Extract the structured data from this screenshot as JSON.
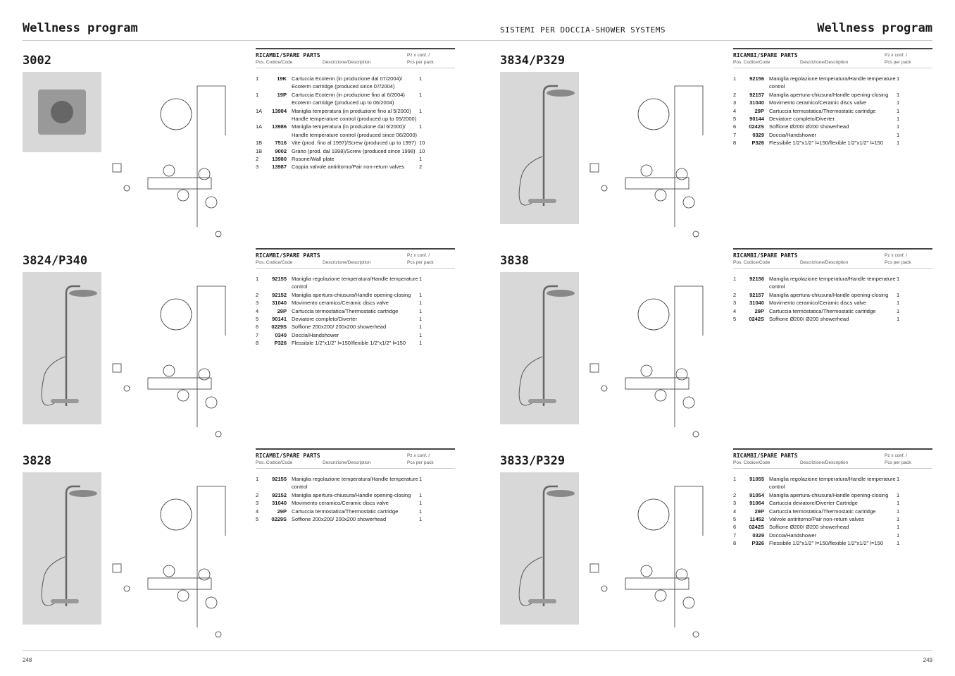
{
  "header": {
    "left_title": "Wellness program",
    "center": "SISTEMI PER DOCCIA-SHOWER SYSTEMS",
    "right_title": "Wellness program"
  },
  "footer": {
    "left_page": "248",
    "right_page": "249"
  },
  "table_headers": {
    "title": "RICAMBI/SPARE PARTS",
    "pz": "Pz x conf. /",
    "pcs": "Pcs per pack",
    "pos_code": "Pos. Codice/Code",
    "desc": "Descrizione/Description"
  },
  "sections": [
    {
      "model": "3002",
      "parts": [
        [
          "1",
          "19K",
          "Cartuccia Ecoterm (in produzione dal 07/2004)/ Ecoterm cartridge (produced since 07/2004)",
          "1"
        ],
        [
          "1",
          "19P",
          "Cartuccia Ecoterm (in produzione fino al 6/2004) Ecoterm cartridge (produced up to 06/2004)",
          "1"
        ],
        [
          "1A",
          "13984",
          "Maniglia temperatura (in produzione fino al 5/2000) Handle temperature control (produced up to 05/2000)",
          "1"
        ],
        [
          "1A",
          "13986",
          "Maniglia temperatura (in produzione dal 6/2000)/ Handle temperature control (produced since 06/2000)",
          "1"
        ],
        [
          "1B",
          "7516",
          "Vite (prod. fino al 1997)/Screw (produced up to 1997)",
          "10"
        ],
        [
          "1B",
          "9002",
          "Grano (prod. dal 1998)/Screw (produced since 1998)",
          "10"
        ],
        [
          "2",
          "13980",
          "Rosone/Wall plate",
          "1"
        ],
        [
          "3",
          "13987",
          "Coppia valvole antiritorno/Pair non-return valves",
          "2"
        ]
      ]
    },
    {
      "model": "3834/P329",
      "parts": [
        [
          "1",
          "92156",
          "Maniglia regolazione temperatura/Handle temperature control",
          "1"
        ],
        [
          "2",
          "92157",
          "Maniglia apertura-chiusura/Handle opening-closing",
          "1"
        ],
        [
          "3",
          "31040",
          "Movimento ceramico/Ceramic discs valve",
          "1"
        ],
        [
          "4",
          "29P",
          "Cartuccia termostatica/Thermostatic cartridge",
          "1"
        ],
        [
          "5",
          "90144",
          "Deviatore completo/Diverter",
          "1"
        ],
        [
          "6",
          "0242S",
          "Soffione Ø200/ Ø200 showerhead",
          "1"
        ],
        [
          "7",
          "0329",
          "Doccia/Handshower",
          "1"
        ],
        [
          "8",
          "P326",
          "Flessibile 1/2\"x1/2\" l=150/flexible 1/2\"x1/2\" l=150",
          "1"
        ]
      ]
    },
    {
      "model": "3824/P340",
      "parts": [
        [
          "1",
          "92155",
          "Maniglia regolazione temperatura/Handle temperature control",
          "1"
        ],
        [
          "2",
          "92152",
          "Maniglia apertura-chiusura/Handle opening-closing",
          "1"
        ],
        [
          "3",
          "31040",
          "Movimento ceramico/Ceramic discs valve",
          "1"
        ],
        [
          "4",
          "29P",
          "Cartuccia termostatica/Thermostatic cartridge",
          "1"
        ],
        [
          "5",
          "90141",
          "Deviatore completo/Diverter",
          "1"
        ],
        [
          "6",
          "0229S",
          "Soffione 200x200/ 200x200 showerhead",
          "1"
        ],
        [
          "7",
          "0340",
          "Doccia/Handshower",
          "1"
        ],
        [
          "8",
          "P326",
          "Flessibile 1/2\"x1/2\" l=150/flexible 1/2\"x1/2\" l=150",
          "1"
        ]
      ]
    },
    {
      "model": "3838",
      "parts": [
        [
          "1",
          "92156",
          "Maniglia regolazione temperatura/Handle temperature control",
          "1"
        ],
        [
          "2",
          "92157",
          "Maniglia apertura-chiusura/Handle opening-closing",
          "1"
        ],
        [
          "3",
          "31040",
          "Movimento ceramico/Ceramic discs valve",
          "1"
        ],
        [
          "4",
          "29P",
          "Cartuccia termostatica/Thermostatic cartridge",
          "1"
        ],
        [
          "5",
          "0242S",
          "Soffione Ø200/ Ø200 showerhead",
          "1"
        ]
      ]
    },
    {
      "model": "3828",
      "parts": [
        [
          "1",
          "92155",
          "Maniglia regolazione temperatura/Handle temperature control",
          "1"
        ],
        [
          "2",
          "92152",
          "Maniglia apertura-chiusura/Handle opening-closing",
          "1"
        ],
        [
          "3",
          "31040",
          "Movimento ceramico/Ceramic discs valve",
          "1"
        ],
        [
          "4",
          "29P",
          "Cartuccia termostatica/Thermostatic cartridge",
          "1"
        ],
        [
          "5",
          "0229S",
          "Soffione 200x200/ 200x200 showerhead",
          "1"
        ]
      ]
    },
    {
      "model": "3833/P329",
      "parts": [
        [
          "1",
          "91055",
          "Maniglia regolazione temperatura/Handle temperature control",
          "1"
        ],
        [
          "2",
          "91054",
          "Maniglia apertura-chiusura/Handle opening-closing",
          "1"
        ],
        [
          "3",
          "91064",
          "Cartuccia deviatore/Diverter Cartridge",
          "1"
        ],
        [
          "4",
          "29P",
          "Cartuccia termostatica/Thermostatic cartridge",
          "1"
        ],
        [
          "5",
          "11452",
          "Valvole antiritorno/Pair non-return valves",
          "1"
        ],
        [
          "6",
          "0242S",
          "Soffione Ø200/ Ø200 showerhead",
          "1"
        ],
        [
          "7",
          "0329",
          "Doccia/Handshower",
          "1"
        ],
        [
          "8",
          "P326",
          "Flessibile 1/2\"x1/2\" l=150/flexible 1/2\"x1/2\" l=150",
          "1"
        ]
      ]
    }
  ]
}
